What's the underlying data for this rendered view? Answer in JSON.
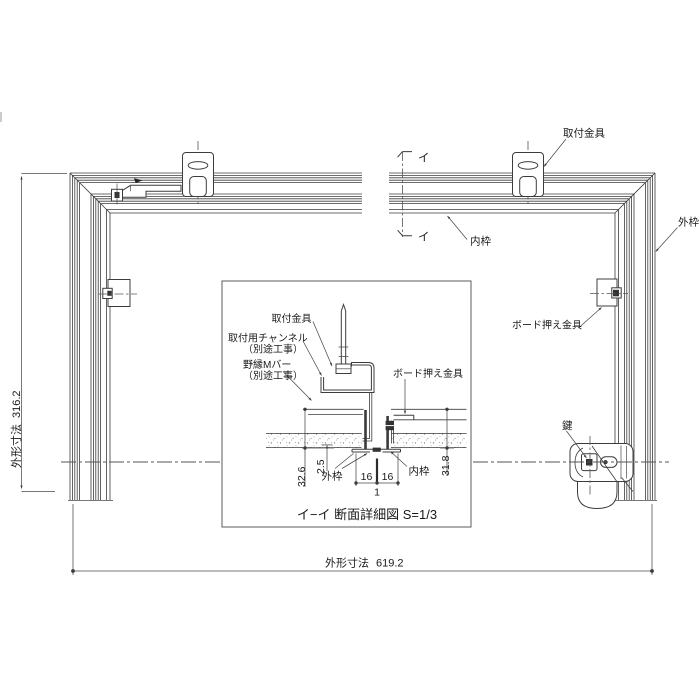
{
  "main_view": {
    "labels": {
      "mounting_bracket": "取付金具",
      "inner_frame": "内枠",
      "outer_frame": "外枠",
      "board_holder": "ボード押え金具",
      "lock": "鍵"
    },
    "section_marks": {
      "top": "イ",
      "bottom": "イ"
    },
    "dimensions": {
      "height": {
        "label": "外形寸法",
        "value": "316.2"
      },
      "width": {
        "label": "外形寸法",
        "value": "619.2"
      }
    }
  },
  "detail_view": {
    "title": "イ−イ 断面詳細図 S=1/3",
    "labels": {
      "mounting_bracket": "取付金具",
      "channel": "取付用チャンネル",
      "channel_note": "（別途工事）",
      "m_bar": "野縁Mバー",
      "m_bar_note": "（別途工事）",
      "board_holder": "ボード押え金具",
      "outer_frame": "外枠",
      "inner_frame": "内枠"
    },
    "dimensions": {
      "assembly_height_left": "32.6",
      "flange_offset": "2.5",
      "gap_left": "16",
      "gap_right": "16",
      "joint_gap": "1",
      "assembly_height_right": "31.8"
    }
  },
  "colors": {
    "line": "#3c3c3c",
    "dim": "#4a4a4a",
    "text": "#1a1a1a",
    "background": "#ffffff"
  }
}
